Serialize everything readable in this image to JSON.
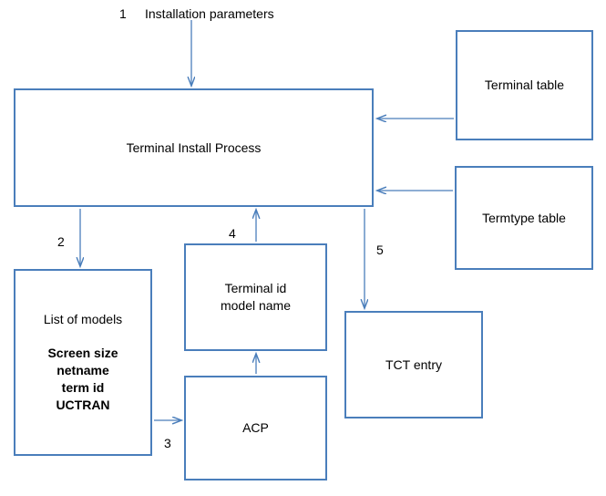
{
  "diagram": {
    "title_note": "Terminal installation flow diagram",
    "accent_color": "#4a7ebb",
    "text_color": "#000000",
    "background": "#ffffff",
    "nodes": [
      {
        "id": "installation-parameters",
        "type": "text",
        "label": "Installation parameters"
      },
      {
        "id": "terminal-install-process",
        "type": "box",
        "label": "Terminal Install Process"
      },
      {
        "id": "terminal-table",
        "type": "box",
        "label": "Terminal table"
      },
      {
        "id": "termtype-table",
        "type": "box",
        "label": "Termtype table"
      },
      {
        "id": "list-of-models",
        "type": "box",
        "label_line1": "List of models",
        "label_line2": "Screen size\nnetname\nterm id\nUCTRAN"
      },
      {
        "id": "terminal-id-model-name",
        "type": "box",
        "label_line1": "Terminal id",
        "label_line2": "model name"
      },
      {
        "id": "acp",
        "type": "box",
        "label": "ACP"
      },
      {
        "id": "tct-entry",
        "type": "box",
        "label": "TCT entry"
      }
    ],
    "edge_numbers": [
      {
        "id": "edge-1",
        "value": "1"
      },
      {
        "id": "edge-2",
        "value": "2"
      },
      {
        "id": "edge-3",
        "value": "3"
      },
      {
        "id": "edge-4",
        "value": "4"
      },
      {
        "id": "edge-5",
        "value": "5"
      }
    ]
  }
}
